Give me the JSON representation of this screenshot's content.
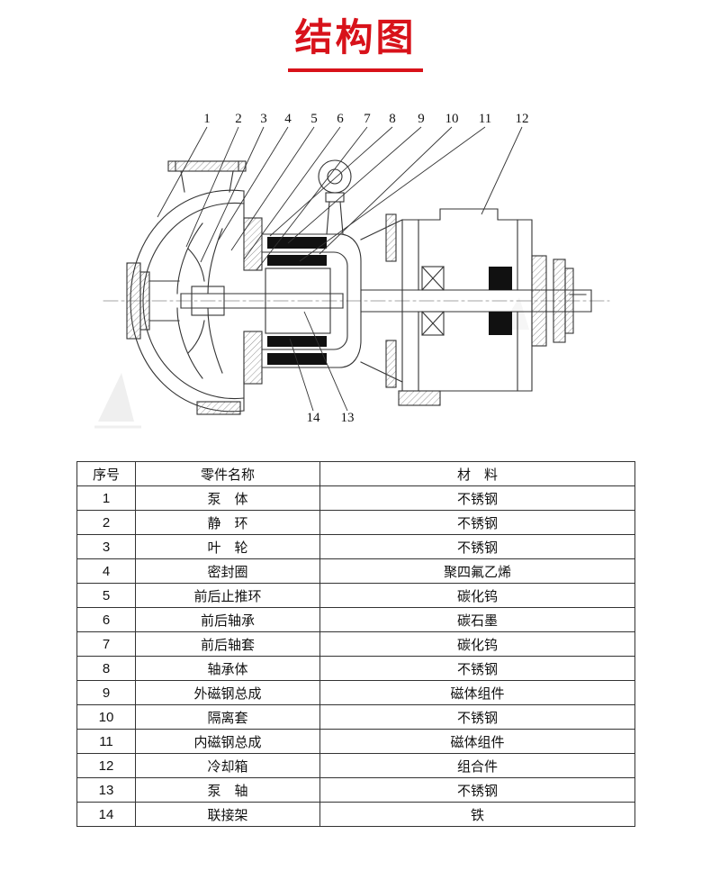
{
  "page": {
    "title": "结构图"
  },
  "diagram": {
    "top_labels": [
      "1",
      "2",
      "3",
      "4",
      "5",
      "6",
      "7",
      "8",
      "9",
      "10",
      "11",
      "12"
    ],
    "bottom_labels": [
      "14",
      "13"
    ]
  },
  "table": {
    "headers": [
      "序号",
      "零件名称",
      "材　料"
    ],
    "rows": [
      [
        "1",
        "泵　体",
        "不锈钢"
      ],
      [
        "2",
        "静　环",
        "不锈钢"
      ],
      [
        "3",
        "叶　轮",
        "不锈钢"
      ],
      [
        "4",
        "密封圈",
        "聚四氟乙烯"
      ],
      [
        "5",
        "前后止推环",
        "碳化钨"
      ],
      [
        "6",
        "前后轴承",
        "碳石墨"
      ],
      [
        "7",
        "前后轴套",
        "碳化钨"
      ],
      [
        "8",
        "轴承体",
        "不锈钢"
      ],
      [
        "9",
        "外磁钢总成",
        "磁体组件"
      ],
      [
        "10",
        "隔离套",
        "不锈钢"
      ],
      [
        "11",
        "内磁钢总成",
        "磁体组件"
      ],
      [
        "12",
        "冷却箱",
        "组合件"
      ],
      [
        "13",
        "泵　轴",
        "不锈钢"
      ],
      [
        "14",
        "联接架",
        "铁"
      ]
    ]
  },
  "colors": {
    "accent": "#d8121a",
    "line": "#333333"
  }
}
